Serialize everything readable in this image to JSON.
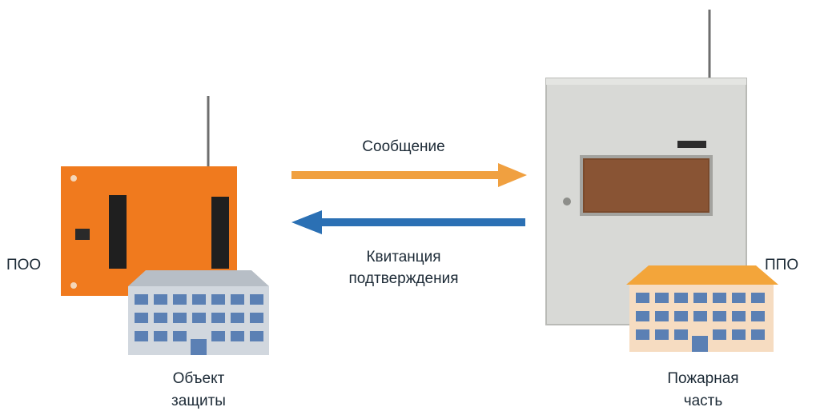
{
  "left_station": {
    "abbr": "ПОО",
    "building_caption_line1": "Объект",
    "building_caption_line2": "защиты"
  },
  "right_station": {
    "abbr": "ППО",
    "building_caption_line1": "Пожарная",
    "building_caption_line2": "часть"
  },
  "arrows": {
    "forward_label": "Сообщение",
    "back_label_line1": "Квитанция",
    "back_label_line2": "подтверждения"
  },
  "colors": {
    "forward_arrow": "#f0a040",
    "back_arrow": "#2b70b4",
    "transmitter": "#f07a1e",
    "cabinet": "#d8d9d6",
    "gray_building": "#c7cfd8",
    "orange_building_roof": "#f3a53a",
    "orange_building_wall": "#f6dcc1",
    "window": "#5b80b4"
  }
}
